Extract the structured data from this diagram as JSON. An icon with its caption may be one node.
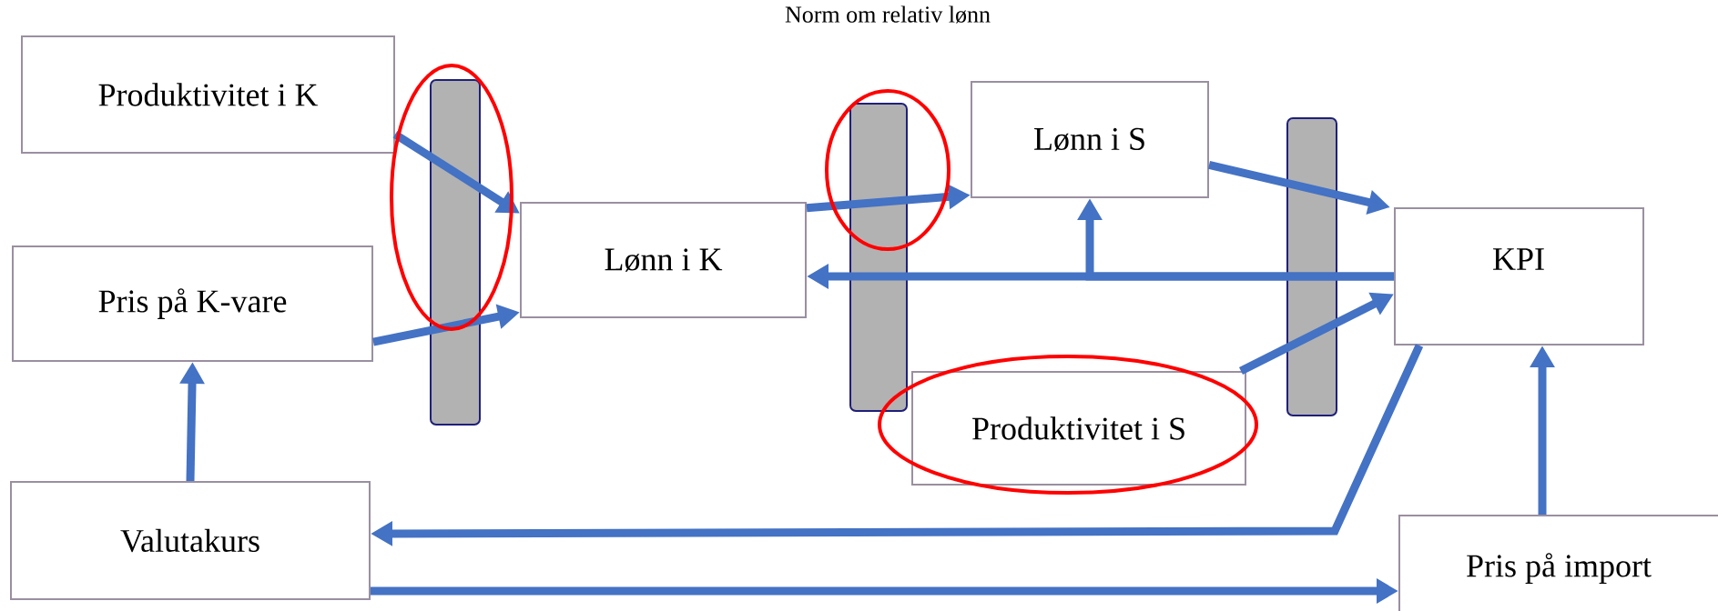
{
  "diagram": {
    "title": "Norm om relativ lønn",
    "nodes": [
      {
        "text": [
          "Produktivitet i K"
        ]
      },
      {
        "text": [
          "Lønn i S"
        ]
      },
      {
        "text": [
          "Lønn i K"
        ]
      },
      {
        "text": [
          "KPI"
        ]
      },
      {
        "text": [
          "Pris på K-vare"
        ]
      },
      {
        "text": [
          "Produktivitet i S"
        ]
      },
      {
        "text": [
          "Valutakurs"
        ]
      },
      {
        "text": [
          "Pris på import"
        ]
      }
    ],
    "edges": [
      {
        "from": 0,
        "to": 2,
        "arrow": "to"
      },
      {
        "from": 4,
        "to": 2,
        "arrow": "to"
      },
      {
        "from": 2,
        "to": 1,
        "arrow": "to"
      },
      {
        "from": 3,
        "to": 2,
        "arrow": "to"
      },
      {
        "from": 3,
        "to": 1,
        "arrow": "to"
      },
      {
        "from": 1,
        "to": 3,
        "arrow": "to"
      },
      {
        "from": 5,
        "to": 3,
        "arrow": "to"
      },
      {
        "from": 3,
        "to": 6,
        "arrow": "to"
      },
      {
        "from": 6,
        "to": 4,
        "arrow": "to"
      },
      {
        "from": 6,
        "to": 7,
        "arrow": "to"
      },
      {
        "from": 7,
        "to": 3,
        "arrow": "to"
      }
    ]
  }
}
